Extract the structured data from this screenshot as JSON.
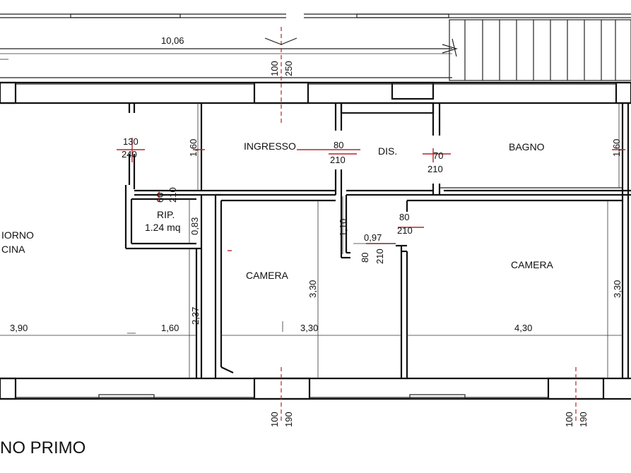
{
  "rooms": {
    "ingresso": "INGRESSO",
    "dis": "DIS.",
    "bagno": "BAGNO",
    "rip": "RIP.",
    "rip_area": "1.24 mq",
    "giorno_line1": "IORNO",
    "giorno_line2": "CINA",
    "camera_1": "CAMERA",
    "camera_2": "CAMERA"
  },
  "dimensions": {
    "overall_width": "10,06",
    "top_window_1": "100",
    "top_window_2": "250",
    "giorno_door_w": "130",
    "giorno_door_h": "240",
    "ingresso_h": "1,60",
    "ingresso_door_w": "80",
    "ingresso_door_h": "210",
    "bagno_door_w": "70",
    "bagno_door_h": "210",
    "bagno_h": "1,60",
    "rip_door_w": "60",
    "rip_door_h": "210",
    "rip_w": "0,83",
    "dis_h": "1,10",
    "camera2_door_w": "80",
    "camera2_door_h": "210",
    "dis_w": "0,97",
    "camera1_door_w": "80",
    "camera1_door_h": "210",
    "camera1_h": "3,30",
    "camera2_h": "3,30",
    "giorno_h": "2,37",
    "giorno_w": "3,90",
    "giorno_w2": "1,60",
    "camera1_w": "3,30",
    "camera2_w": "4,30",
    "bottom_window_1_a": "100",
    "bottom_window_1_b": "190",
    "bottom_window_2_a": "100",
    "bottom_window_2_b": "190"
  },
  "floor_title": "NO PRIMO"
}
